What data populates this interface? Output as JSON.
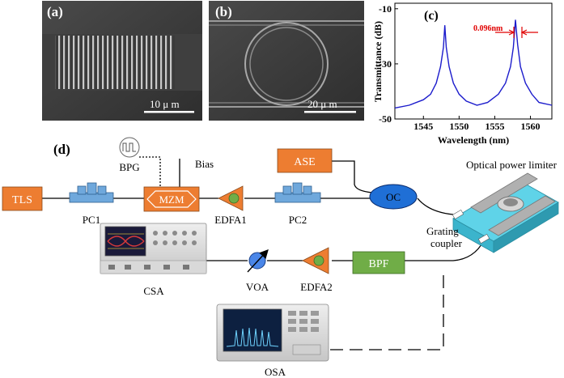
{
  "panels": {
    "a": {
      "tag": "(a)",
      "scalebar": "10 μ m"
    },
    "b": {
      "tag": "(b)",
      "scalebar": "20 μ m"
    },
    "c": {
      "tag": "(c)",
      "annotation": "0.096nm"
    },
    "d": {
      "tag": "(d)"
    }
  },
  "chart_data": {
    "type": "line",
    "xlabel": "Wavelength (nm)",
    "ylabel": "Transmittance (dB)",
    "xlim": [
      1541,
      1563
    ],
    "ylim": [
      -50,
      -8
    ],
    "xticks": [
      1545,
      1550,
      1555,
      1560
    ],
    "yticks": [
      -50,
      -30,
      -10
    ],
    "resonances_nm": [
      1548.0,
      1557.9
    ],
    "linewidth_nm": 0.096,
    "series": [
      {
        "color": "#1c1ccc",
        "x": [
          1541,
          1543,
          1545,
          1546,
          1546.8,
          1547.4,
          1547.8,
          1548.0,
          1548.2,
          1548.6,
          1549.2,
          1550,
          1551,
          1552.5,
          1554,
          1555.5,
          1556.5,
          1557.2,
          1557.6,
          1557.9,
          1558.2,
          1558.6,
          1559.3,
          1560.2,
          1561.2,
          1563
        ],
        "y": [
          -46,
          -45,
          -43,
          -41,
          -37,
          -31,
          -24,
          -16,
          -24,
          -31,
          -37,
          -41,
          -43.5,
          -45,
          -44,
          -41,
          -37,
          -31,
          -24,
          -14,
          -23,
          -31,
          -37,
          -41,
          -44,
          -45
        ]
      }
    ]
  },
  "setup": {
    "tls": "TLS",
    "pc1": "PC1",
    "pc2": "PC2",
    "bpg": "BPG",
    "mzm": "MZM",
    "bias": "Bias",
    "edfa1": "EDFA1",
    "edfa2": "EDFA2",
    "ase": "ASE",
    "oc": "OC",
    "chip": "Optical power limiter",
    "grating_line1": "Grating",
    "grating_line2": "coupler",
    "bpf": "BPF",
    "voa": "VOA",
    "csa": "CSA",
    "osa": "OSA"
  },
  "colors": {
    "orange": "#ed7d31",
    "green": "#70ad47",
    "oc_blue": "#1f6fd6",
    "chip_cyan": "#5fd3e8",
    "pc_blue": "#6fa8dc",
    "sem_dark": "#2b2b2b",
    "trace_blue": "#1c1ccc",
    "annotation_red": "#e00000"
  }
}
